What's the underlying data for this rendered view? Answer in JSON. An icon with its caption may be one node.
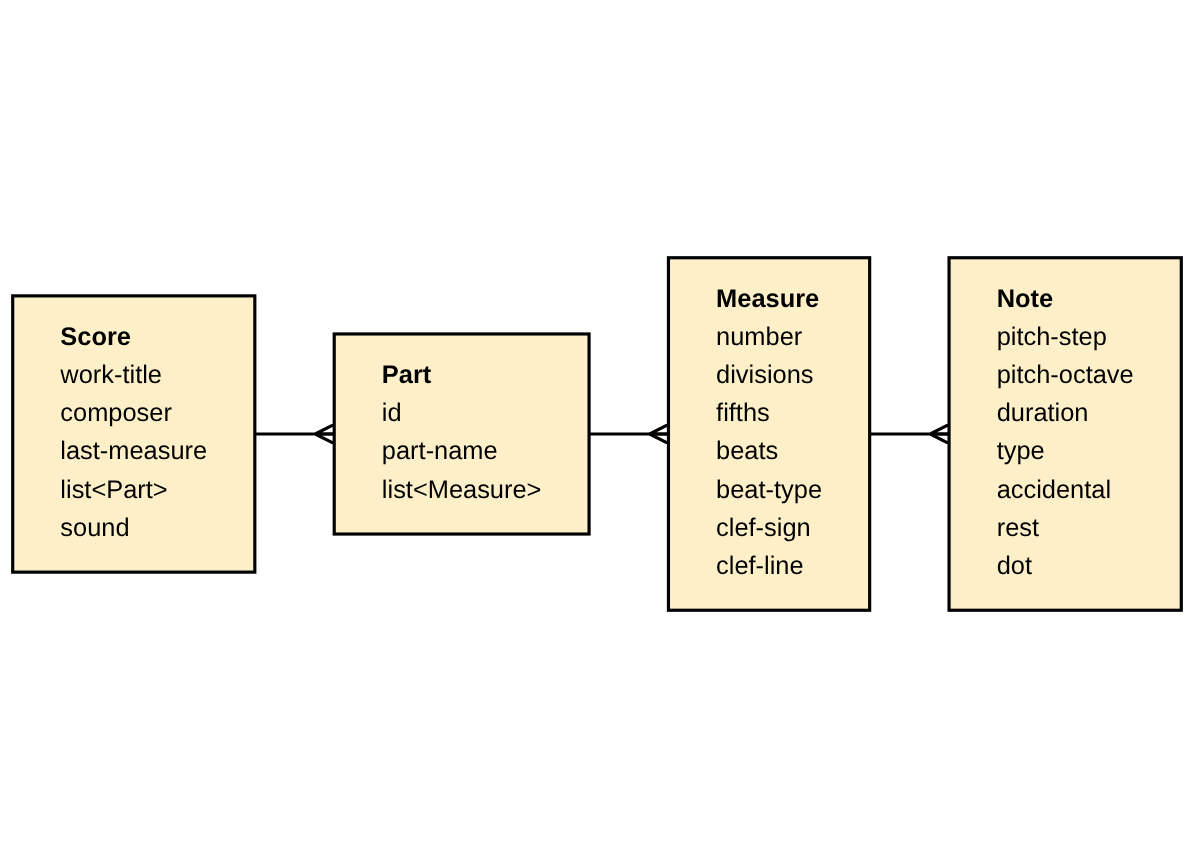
{
  "diagram": {
    "nodes": [
      {
        "text": [
          "Score",
          "work-title",
          "composer",
          "last-measure",
          "list<Part>",
          "sound"
        ]
      },
      {
        "text": [
          "Part",
          "id",
          "part-name",
          "list<Measure>"
        ]
      },
      {
        "text": [
          "Measure",
          "number",
          "divisions",
          "fifths",
          "beats",
          "beat-type",
          "clef-sign",
          "clef-line"
        ]
      },
      {
        "text": [
          "Note",
          "pitch-step",
          "pitch-octave",
          "duration",
          "type",
          "accidental",
          "rest",
          "dot"
        ]
      }
    ],
    "edges": [
      {
        "from": 0,
        "to": 1,
        "arrow": "other"
      },
      {
        "from": 1,
        "to": 2,
        "arrow": "other"
      },
      {
        "from": 2,
        "to": 3,
        "arrow": "other"
      }
    ]
  }
}
